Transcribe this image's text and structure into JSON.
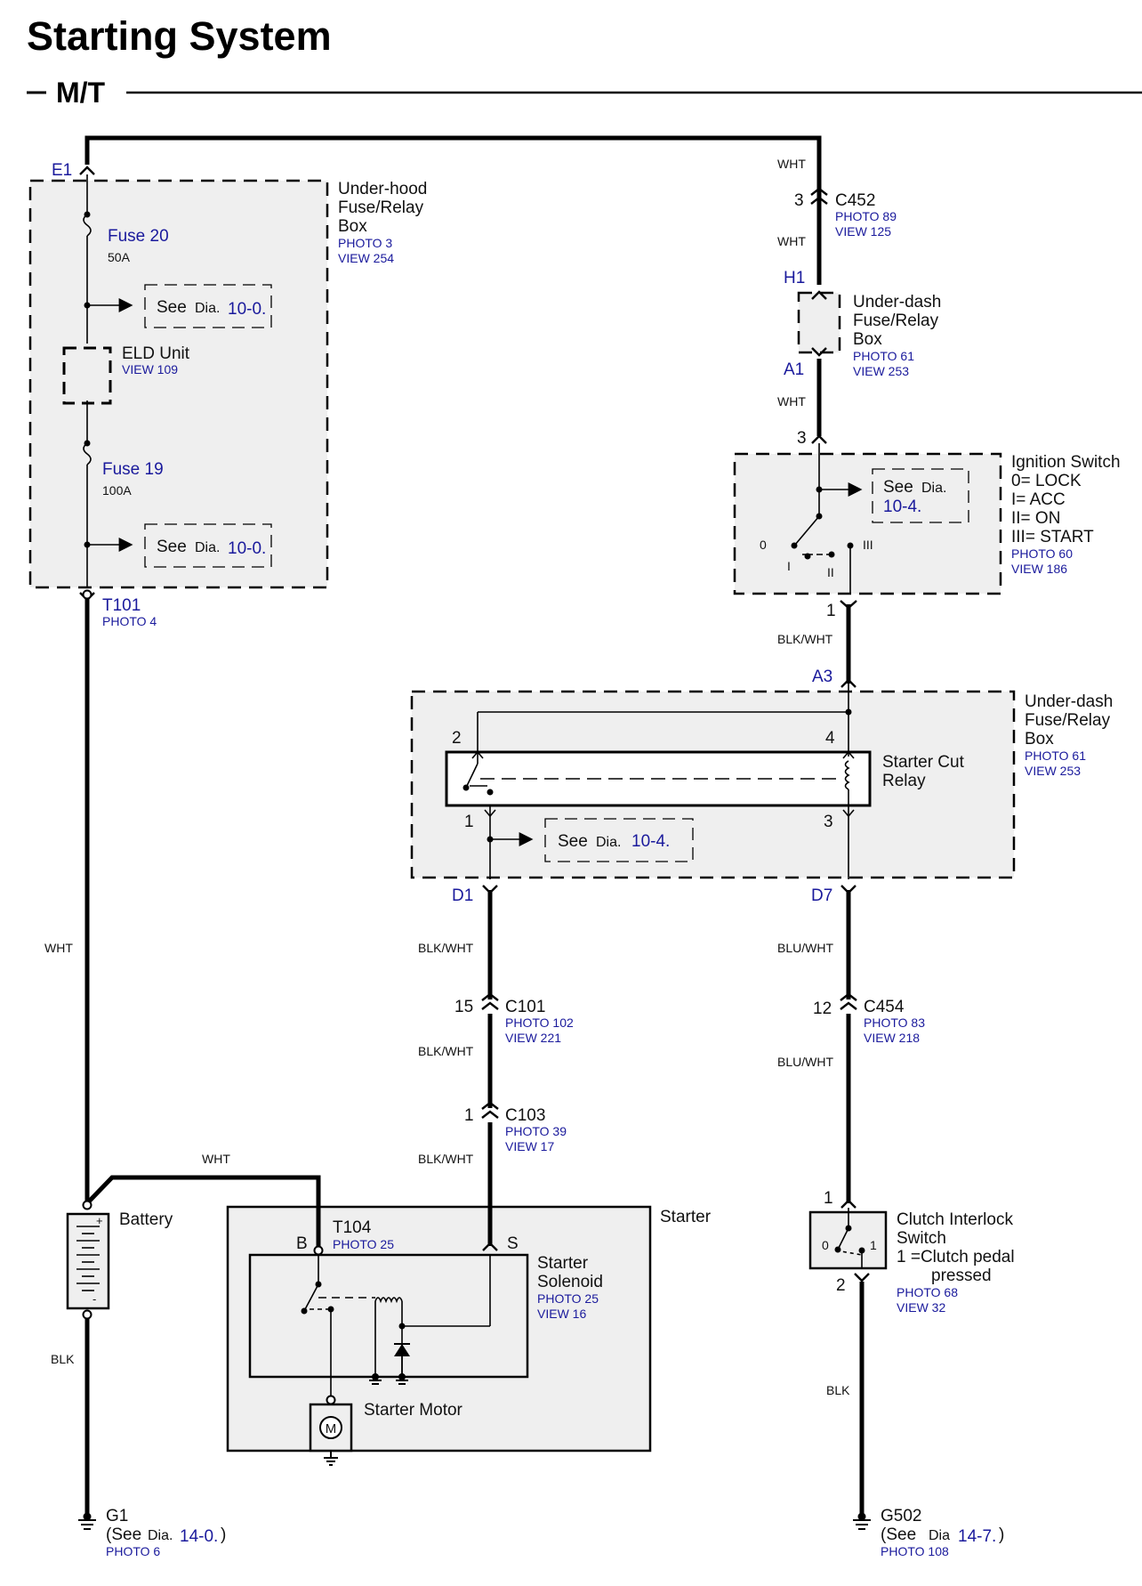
{
  "header": {
    "title": "Starting System",
    "subtitle": "M/T"
  },
  "underhood_box": {
    "name": [
      "Under-hood",
      "Fuse/Relay",
      "Box"
    ],
    "photo": "PHOTO 3",
    "view": "VIEW 254",
    "terminal_top": "E1",
    "fuse20": {
      "label": "Fuse 20",
      "rating": "50A"
    },
    "eld": {
      "label": "ELD Unit",
      "view": "VIEW 109"
    },
    "fuse19": {
      "label": "Fuse 19",
      "rating": "100A"
    },
    "terminal_bottom": "T101",
    "terminal_bottom_photo": "PHOTO 4"
  },
  "see_dia": {
    "see": "See",
    "dia": "Dia.",
    "ref_10_0": "10-0.",
    "ref_10_4": "10-4."
  },
  "c452": {
    "pin": "3",
    "name": "C452",
    "photo": "PHOTO 89",
    "view": "VIEW 125"
  },
  "underdash_top": {
    "terminal_in": "H1",
    "terminal_out": "A1",
    "name": [
      "Under-dash",
      "Fuse/Relay",
      "Box"
    ],
    "photo": "PHOTO 61",
    "view": "VIEW 253"
  },
  "ignition": {
    "pin_in": "3",
    "pin_out": "1",
    "name": [
      "Ignition Switch",
      "0= LOCK",
      "I= ACC",
      "II= ON",
      "III= START"
    ],
    "photo": "PHOTO 60",
    "view": "VIEW 186",
    "pos0": "0",
    "pos1": "I",
    "pos2": "II",
    "pos3": "III"
  },
  "underdash_relay": {
    "terminal_in": "A3",
    "name": [
      "Under-dash",
      "Fuse/Relay",
      "Box"
    ],
    "photo": "PHOTO 61",
    "view": "VIEW 253",
    "relay_name": [
      "Starter Cut",
      "Relay"
    ],
    "pin2": "2",
    "pin4": "4",
    "pin1": "1",
    "pin3": "3",
    "out_left": "D1",
    "out_right": "D7"
  },
  "wires": {
    "wht": "WHT",
    "blk_wht": "BLK/WHT",
    "blu_wht": "BLU/WHT",
    "blk": "BLK"
  },
  "c101": {
    "pin": "15",
    "name": "C101",
    "photo": "PHOTO 102",
    "view": "VIEW 221"
  },
  "c103": {
    "pin": "1",
    "name": "C103",
    "photo": "PHOTO 39",
    "view": "VIEW 17"
  },
  "c454": {
    "pin": "12",
    "name": "C454",
    "photo": "PHOTO 83",
    "view": "VIEW 218"
  },
  "battery": {
    "label": "Battery",
    "plus": "+",
    "minus": "-"
  },
  "starter": {
    "label": "Starter",
    "t104": "T104",
    "t104_photo": "PHOTO 25",
    "term_b": "B",
    "term_s": "S",
    "solenoid": [
      "Starter",
      "Solenoid"
    ],
    "solenoid_photo": "PHOTO 25",
    "solenoid_view": "VIEW 16",
    "motor": "Starter Motor",
    "motor_symbol": "M"
  },
  "clutch": {
    "pin_in": "1",
    "pin_out": "2",
    "name": [
      "Clutch Interlock",
      "Switch",
      "1 =Clutch pedal",
      "pressed"
    ],
    "photo": "PHOTO 68",
    "view": "VIEW 32",
    "pos0": "0",
    "pos1": "1"
  },
  "g1": {
    "name": "G1",
    "see": "(See",
    "dia": "Dia.",
    "ref": "14-0.",
    "close": ")",
    "photo": "PHOTO 6"
  },
  "g502": {
    "name": "G502",
    "see": "(See",
    "dia": "Dia",
    "ref": "14-7.",
    "close": ")",
    "photo": "PHOTO 108"
  }
}
